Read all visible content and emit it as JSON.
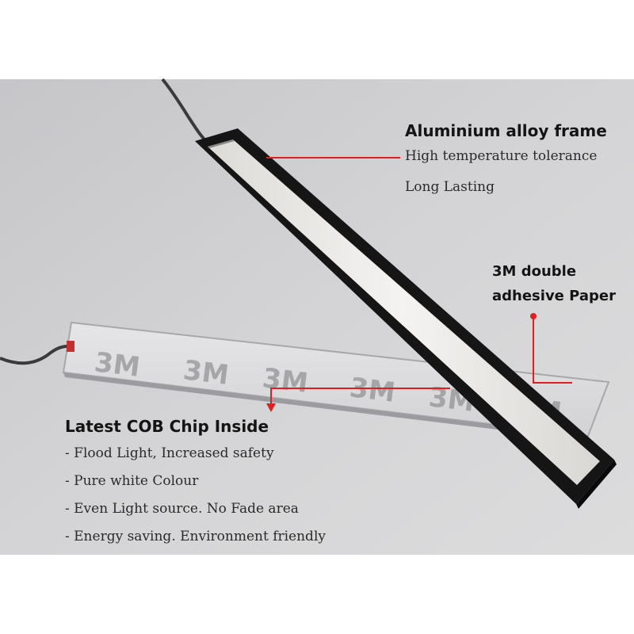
{
  "labels": {
    "frame": {
      "title": "Aluminium alloy frame",
      "lines": [
        "High temperature tolerance",
        "Long Lasting"
      ]
    },
    "adhesive": {
      "lines": [
        "3M double",
        "adhesive Paper"
      ]
    },
    "chip": {
      "title": "Latest COB Chip Inside",
      "bullets": [
        "- Flood Light, Increased safety",
        "- Pure white Colour",
        "- Even Light source. No Fade area",
        "- Energy saving. Environment friendly"
      ]
    }
  },
  "tape_logo": "3M",
  "colors": {
    "background": "#cfcfd1",
    "border": "#ffffff",
    "callout": "#e02020",
    "frame": "#151515",
    "led": "#ecebea"
  }
}
